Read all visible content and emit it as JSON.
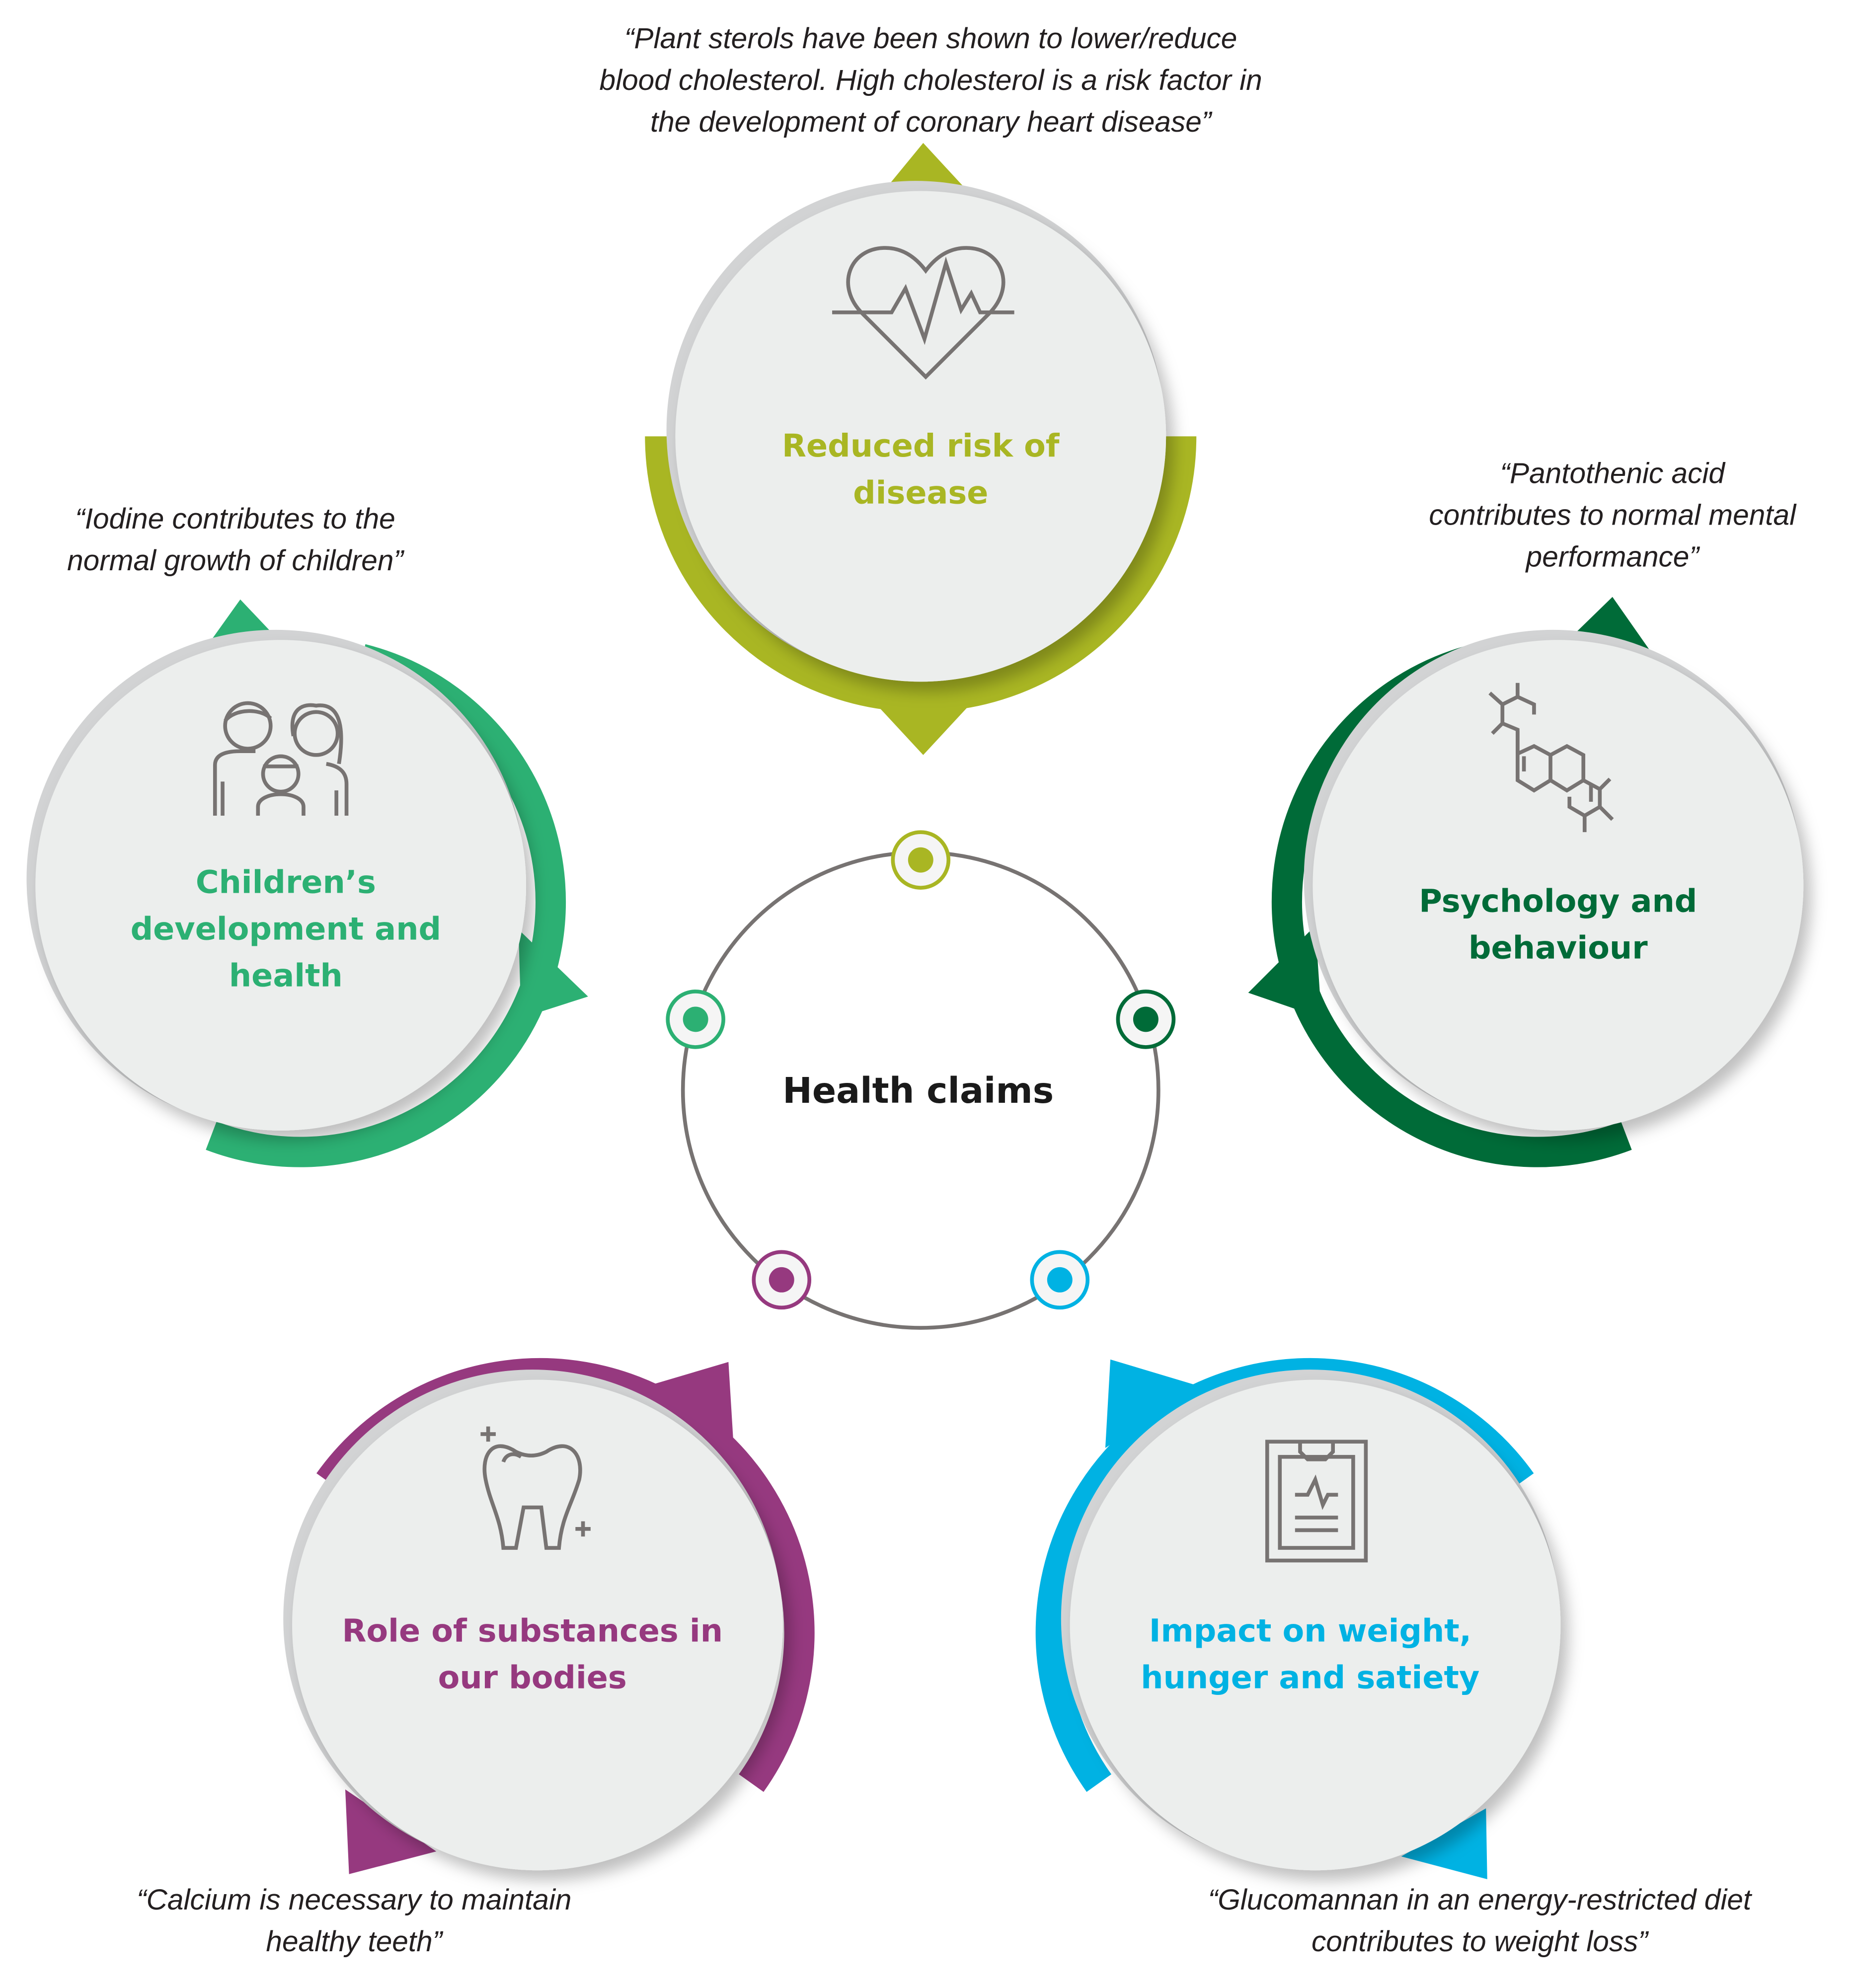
{
  "center": {
    "title": "Health claims"
  },
  "colors": {
    "disease": "#a9b623",
    "children": "#2cb073",
    "psychology": "#006b38",
    "substances": "#96397f",
    "weight": "#00b2e3",
    "circle_fill": "#eceeed",
    "icon": "#777372",
    "ring": "#777372"
  },
  "categories": {
    "disease": {
      "title": [
        "Reduced risk of",
        "disease"
      ],
      "icon": "heart-pulse-icon",
      "quote": [
        "“Plant sterols have been shown to lower/reduce",
        "blood cholesterol. High cholesterol is a risk factor in",
        "the development of coronary heart disease”"
      ]
    },
    "children": {
      "title": [
        "Children’s",
        "development and",
        "health"
      ],
      "icon": "family-icon",
      "quote": [
        "“Iodine contributes to the",
        "normal growth of children”"
      ]
    },
    "psychology": {
      "title": [
        "Psychology and",
        "behaviour"
      ],
      "icon": "molecule-icon",
      "quote": [
        "“Pantothenic acid",
        "contributes to normal mental",
        "performance”"
      ]
    },
    "substances": {
      "title": [
        "Role of substances in",
        "our bodies"
      ],
      "icon": "tooth-icon",
      "quote": [
        "“Calcium is necessary to maintain",
        "healthy teeth”"
      ]
    },
    "weight": {
      "title": [
        "Impact on weight,",
        "hunger and satiety"
      ],
      "icon": "clipboard-icon",
      "quote": [
        "“Glucomannan in an energy-restricted diet",
        "contributes to weight loss”"
      ]
    }
  }
}
